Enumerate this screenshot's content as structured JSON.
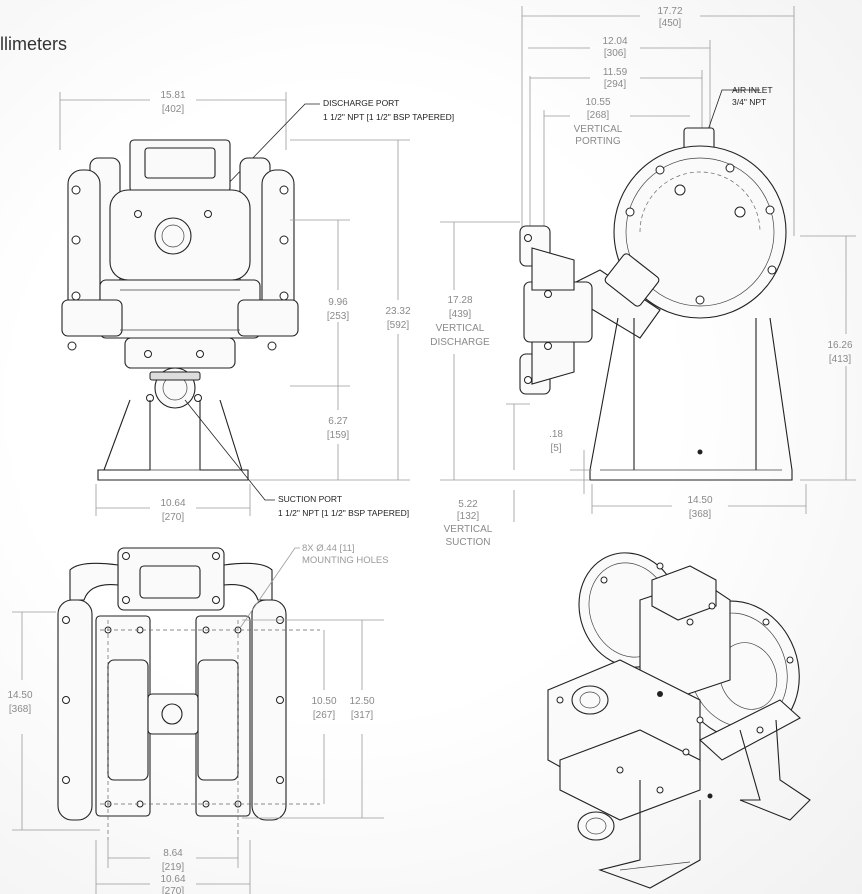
{
  "heading": "llimeters",
  "front_view": {
    "width_top": {
      "inch": "15.81",
      "mm": "[402]"
    },
    "width_bottom": {
      "inch": "10.64",
      "mm": "[270]"
    },
    "height_total": {
      "inch": "23.32",
      "mm": "[592]"
    },
    "height_mid": {
      "inch": "9.96",
      "mm": "[253]"
    },
    "height_low": {
      "inch": "6.27",
      "mm": "[159]"
    },
    "discharge_port": {
      "line1": "DISCHARGE PORT",
      "line2": "1 1/2\" NPT [1 1/2\" BSP TAPERED]"
    },
    "suction_port": {
      "line1": "SUCTION PORT",
      "line2": "1 1/2\" NPT [1 1/2\" BSP TAPERED]"
    }
  },
  "side_view": {
    "width_total": {
      "inch": "17.72",
      "mm": "[450]"
    },
    "width_a": {
      "inch": "12.04",
      "mm": "[306]"
    },
    "width_b": {
      "inch": "11.59",
      "mm": "[294]"
    },
    "vertical_porting": {
      "inch": "10.55",
      "mm": "[268]",
      "label1": "VERTICAL",
      "label2": "PORTING"
    },
    "air_inlet": {
      "line1": "AIR INLET",
      "line2": "3/4\" NPT"
    },
    "vertical_discharge": {
      "inch": "17.28",
      "mm": "[439]",
      "label1": "VERTICAL",
      "label2": "DISCHARGE"
    },
    "foot_offset": {
      "inch": ".18",
      "mm": "[5]"
    },
    "vertical_suction": {
      "inch": "5.22",
      "mm": "[132]",
      "label1": "VERTICAL",
      "label2": "SUCTION"
    },
    "height_right": {
      "inch": "16.26",
      "mm": "[413]"
    },
    "base_width": {
      "inch": "14.50",
      "mm": "[368]"
    }
  },
  "top_view": {
    "mounting_holes": {
      "line1": "8X Ø.44 [11]",
      "line2": "MOUNTING HOLES"
    },
    "depth": {
      "inch": "14.50",
      "mm": "[368]"
    },
    "hole_spacing_inner": {
      "inch": "10.50",
      "mm": "[267]"
    },
    "hole_spacing_outer": {
      "inch": "12.50",
      "mm": "[317]"
    },
    "width_inner": {
      "inch": "8.64",
      "mm": "[219]"
    },
    "width_outer": {
      "inch": "10.64",
      "mm": "[270]"
    }
  },
  "iso_view": {}
}
